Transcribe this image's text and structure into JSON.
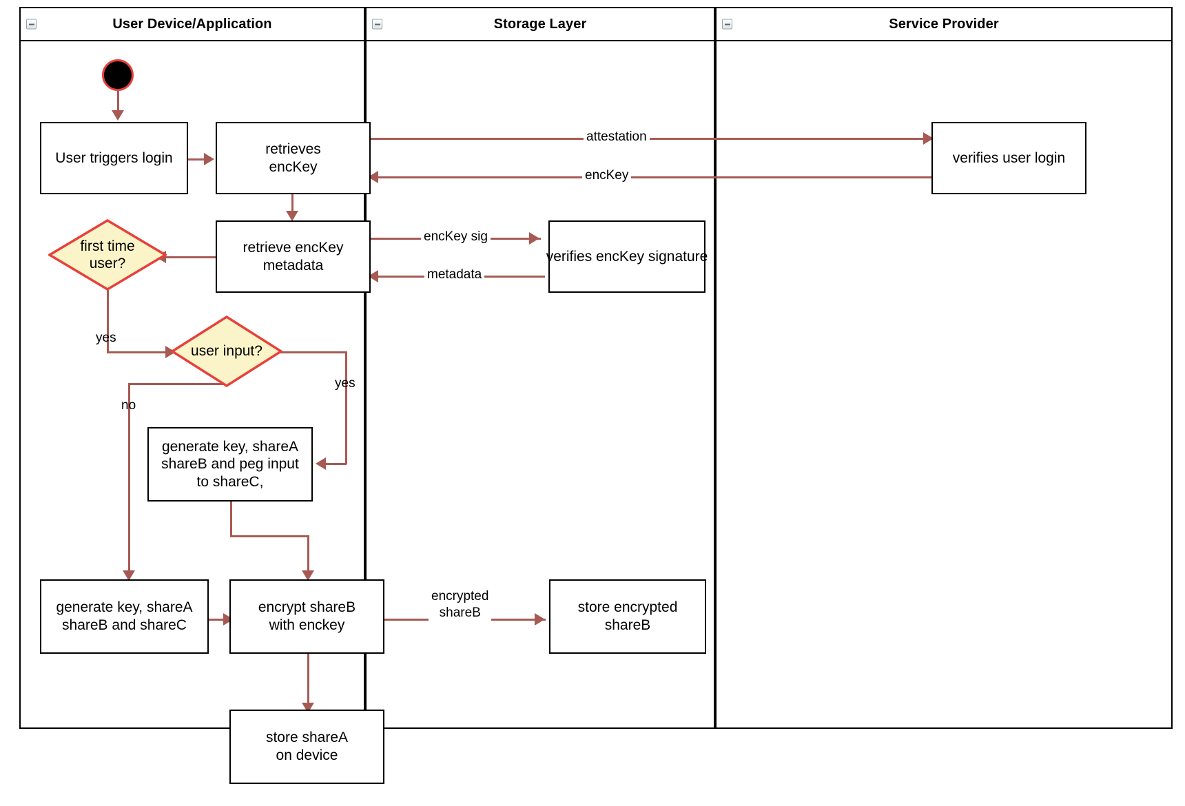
{
  "diagram": {
    "type": "uml-activity-swimlane",
    "lanes": [
      {
        "id": "user-device",
        "title": "User Device/Application",
        "collapse_icon": "minus-box-icon"
      },
      {
        "id": "storage-layer",
        "title": "Storage Layer",
        "collapse_icon": "minus-box-icon"
      },
      {
        "id": "service-provider",
        "title": "Service Provider",
        "collapse_icon": "minus-box-icon"
      }
    ],
    "nodes": [
      {
        "id": "start",
        "kind": "initial-node",
        "label": ""
      },
      {
        "id": "user-triggers-login",
        "kind": "action",
        "label": "User triggers login"
      },
      {
        "id": "retrieves-enckey",
        "kind": "action",
        "label": "retrieves\nencKey"
      },
      {
        "id": "verifies-user-login",
        "kind": "action",
        "label": "verifies user login"
      },
      {
        "id": "retrieve-enckey-metadata",
        "kind": "action",
        "label": "retrieve encKey\nmetadata"
      },
      {
        "id": "verifies-enckey-signature",
        "kind": "action",
        "label": "verifies encKey signature"
      },
      {
        "id": "first-time-user",
        "kind": "decision",
        "label": "first time\nuser?"
      },
      {
        "id": "user-input",
        "kind": "decision",
        "label": "user input?"
      },
      {
        "id": "generate-peg",
        "kind": "action",
        "label": "generate key, shareA\nshareB and peg input\nto shareC,"
      },
      {
        "id": "generate-shares",
        "kind": "action",
        "label": "generate key, shareA\nshareB and shareC"
      },
      {
        "id": "encrypt-shareb",
        "kind": "action",
        "label": "encrypt shareB\nwith enckey"
      },
      {
        "id": "store-encrypted-shareb",
        "kind": "action",
        "label": "store encrypted\nshareB"
      },
      {
        "id": "store-sharea",
        "kind": "action",
        "label": "store shareA\non device"
      }
    ],
    "edge_labels": {
      "attestation": "attestation",
      "enckey": "encKey",
      "enckey_sig": "encKey sig",
      "metadata": "metadata",
      "yes_first_time": "yes",
      "yes_user_input": "yes",
      "no_user_input": "no",
      "encrypted_shareb": "encrypted\nshareB"
    },
    "colors": {
      "edge": "#a65a53",
      "decision_border": "#e8403a",
      "decision_fill": "#fbf4c8",
      "node_border": "#000000",
      "initial_fill": "#000000",
      "initial_border": "#e8403a",
      "lane_border": "#000000",
      "background": "#ffffff"
    }
  }
}
